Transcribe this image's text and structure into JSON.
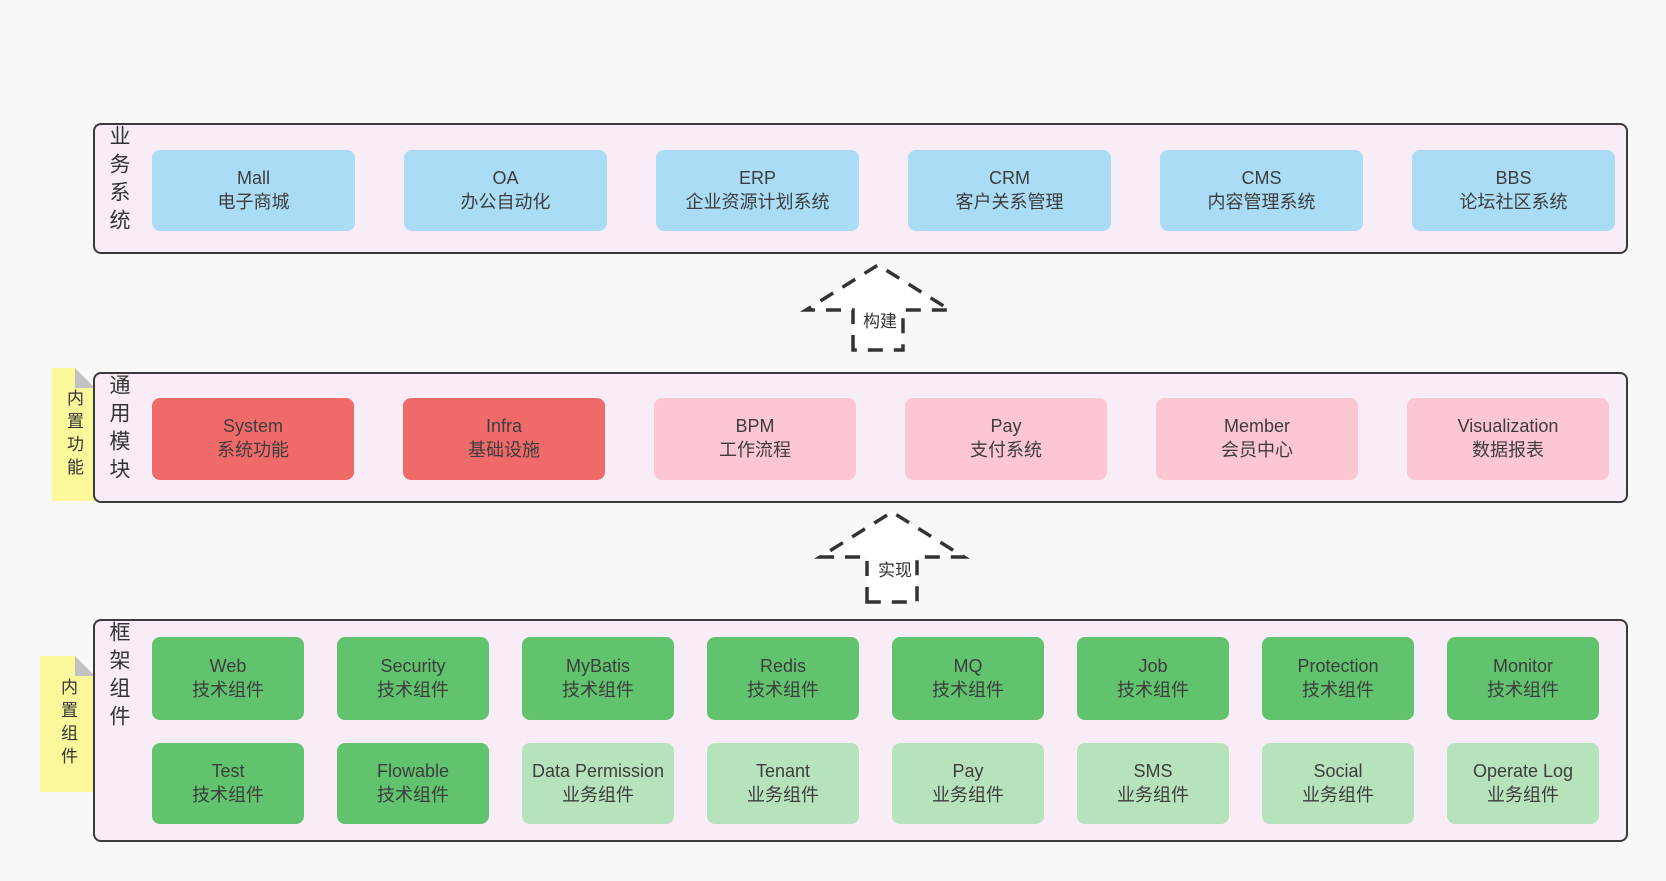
{
  "diagram": {
    "background": "#f8f8f8"
  },
  "colors": {
    "band_background": "#f8edf6",
    "band_border": "#3a3a3a",
    "blue_box": "#aadcf6",
    "red_box": "#f16a6a",
    "pink_box": "#fcc7d2",
    "green_box": "#61c36e",
    "light_green_box": "#b7e3bc",
    "sticky_yellow": "#fbf79b",
    "sticky_fold_gray": "#c2c2c2",
    "text": "#3d3d3d"
  },
  "arrows": [
    {
      "label": "构建"
    },
    {
      "label": "实现"
    }
  ],
  "bands": [
    {
      "label": "业务系统",
      "rows": [
        {
          "items": [
            {
              "name": "Mall",
              "desc": "电子商城",
              "style": "blue"
            },
            {
              "name": "OA",
              "desc": "办公自动化",
              "style": "blue"
            },
            {
              "name": "ERP",
              "desc": "企业资源计划系统",
              "style": "blue"
            },
            {
              "name": "CRM",
              "desc": "客户关系管理",
              "style": "blue"
            },
            {
              "name": "CMS",
              "desc": "内容管理系统",
              "style": "blue"
            },
            {
              "name": "BBS",
              "desc": "论坛社区系统",
              "style": "blue"
            }
          ]
        }
      ]
    },
    {
      "label": "通用模块",
      "sticky": "内置功能",
      "rows": [
        {
          "items": [
            {
              "name": "System",
              "desc": "系统功能",
              "style": "red"
            },
            {
              "name": "Infra",
              "desc": "基础设施",
              "style": "red"
            },
            {
              "name": "BPM",
              "desc": "工作流程",
              "style": "pink"
            },
            {
              "name": "Pay",
              "desc": "支付系统",
              "style": "pink"
            },
            {
              "name": "Member",
              "desc": "会员中心",
              "style": "pink"
            },
            {
              "name": "Visualization",
              "desc": "数据报表",
              "style": "pink"
            }
          ]
        }
      ]
    },
    {
      "label": "框架组件",
      "sticky": "内置组件",
      "rows": [
        {
          "items": [
            {
              "name": "Web",
              "desc": "技术组件",
              "style": "green"
            },
            {
              "name": "Security",
              "desc": "技术组件",
              "style": "green"
            },
            {
              "name": "MyBatis",
              "desc": "技术组件",
              "style": "green"
            },
            {
              "name": "Redis",
              "desc": "技术组件",
              "style": "green"
            },
            {
              "name": "MQ",
              "desc": "技术组件",
              "style": "green"
            },
            {
              "name": "Job",
              "desc": "技术组件",
              "style": "green"
            },
            {
              "name": "Protection",
              "desc": "技术组件",
              "style": "green"
            },
            {
              "name": "Monitor",
              "desc": "技术组件",
              "style": "green"
            }
          ]
        },
        {
          "items": [
            {
              "name": "Test",
              "desc": "技术组件",
              "style": "green"
            },
            {
              "name": "Flowable",
              "desc": "技术组件",
              "style": "green"
            },
            {
              "name": "Data Permission",
              "desc": "业务组件",
              "style": "lightgreen"
            },
            {
              "name": "Tenant",
              "desc": "业务组件",
              "style": "lightgreen"
            },
            {
              "name": "Pay",
              "desc": "业务组件",
              "style": "lightgreen"
            },
            {
              "name": "SMS",
              "desc": "业务组件",
              "style": "lightgreen"
            },
            {
              "name": "Social",
              "desc": "业务组件",
              "style": "lightgreen"
            },
            {
              "name": "Operate Log",
              "desc": "业务组件",
              "style": "lightgreen"
            }
          ]
        }
      ]
    }
  ]
}
